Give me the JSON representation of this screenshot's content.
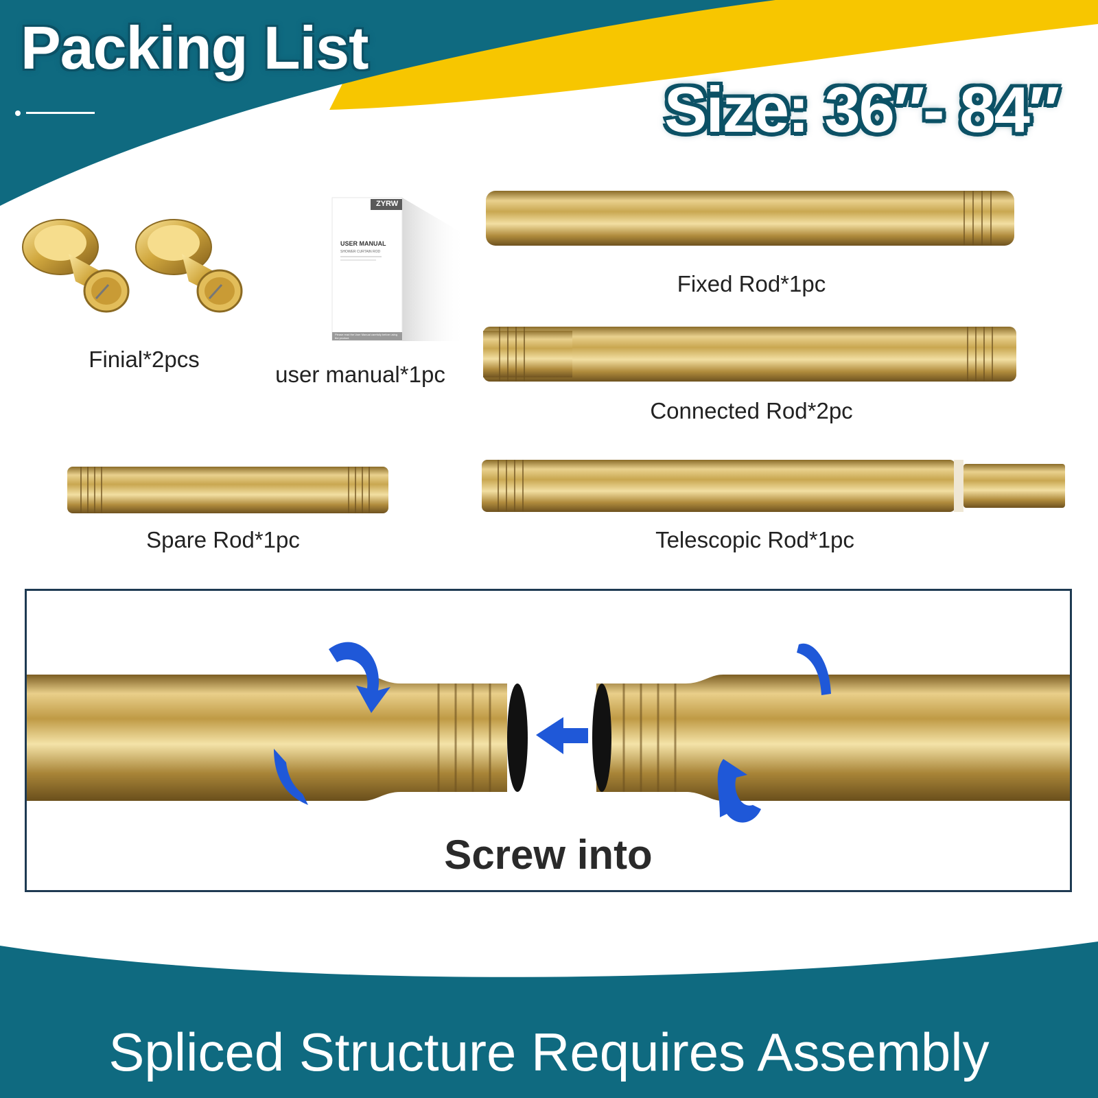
{
  "header": {
    "title": "Packing List",
    "size_text": "Size: 36″- 84″"
  },
  "items": [
    {
      "label": "Finial*2pcs"
    },
    {
      "label": "user manual*1pc",
      "manual_brand": "ZYRW",
      "manual_title": "USER MANUAL",
      "manual_subtitle": "SHOWER CURTAIN ROD",
      "manual_note": "Please read the User Manual carefully before using the product."
    },
    {
      "label": "Fixed Rod*1pc"
    },
    {
      "label": "Connected Rod*2pc"
    },
    {
      "label": "Spare Rod*1pc"
    },
    {
      "label": "Telescopic Rod*1pc"
    }
  ],
  "assembly": {
    "caption": "Screw into"
  },
  "footer": {
    "text": "Spliced Structure Requires Assembly"
  },
  "colors": {
    "teal": "#0f6a80",
    "yellow": "#f7c600",
    "gold": "#c9a750",
    "arrow_blue": "#1f58d8",
    "frame": "#1e3a52"
  },
  "icons": {
    "rotate_arrow": "curved-arrow-icon",
    "push_arrow": "left-arrow-icon"
  }
}
